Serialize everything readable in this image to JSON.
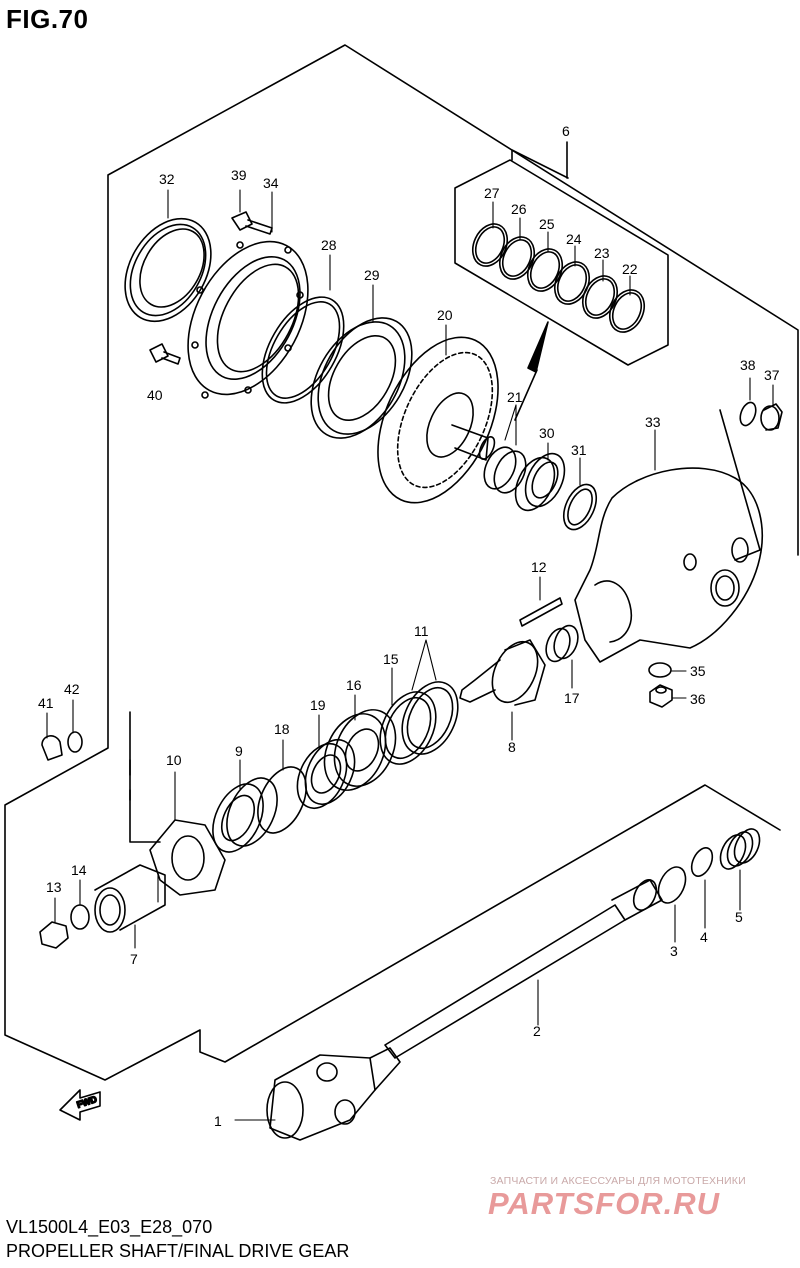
{
  "figure_title": "FIG.70",
  "model_code": "VL1500L4_E03_E28_070",
  "section_title": "PROPELLER SHAFT/FINAL DRIVE GEAR",
  "watermark": {
    "tagline": "ЗАПЧАСТИ И АКСЕССУАРЫ ДЛЯ МОТОТЕХНИКИ",
    "logo": "PARTSFOR.RU"
  },
  "fwd_label": "FWD",
  "callouts": {
    "c1": "1",
    "c2": "2",
    "c3": "3",
    "c4": "4",
    "c5": "5",
    "c6": "6",
    "c7": "7",
    "c8": "8",
    "c9": "9",
    "c10": "10",
    "c11": "11",
    "c12": "12",
    "c13": "13",
    "c14": "14",
    "c15": "15",
    "c16": "16",
    "c17": "17",
    "c18": "18",
    "c19": "19",
    "c20": "20",
    "c21": "21",
    "c22": "22",
    "c23": "23",
    "c24": "24",
    "c25": "25",
    "c26": "26",
    "c27": "27",
    "c28": "28",
    "c29": "29",
    "c30": "30",
    "c31": "31",
    "c32": "32",
    "c33": "33",
    "c34": "34",
    "c35": "35",
    "c36": "36",
    "c37": "37",
    "c38": "38",
    "c39": "39",
    "c40": "40",
    "c41": "41",
    "c42": "42"
  },
  "colors": {
    "line": "#000000",
    "watermark_text": "#c9a9a9",
    "watermark_logo": "#e89a9a"
  }
}
